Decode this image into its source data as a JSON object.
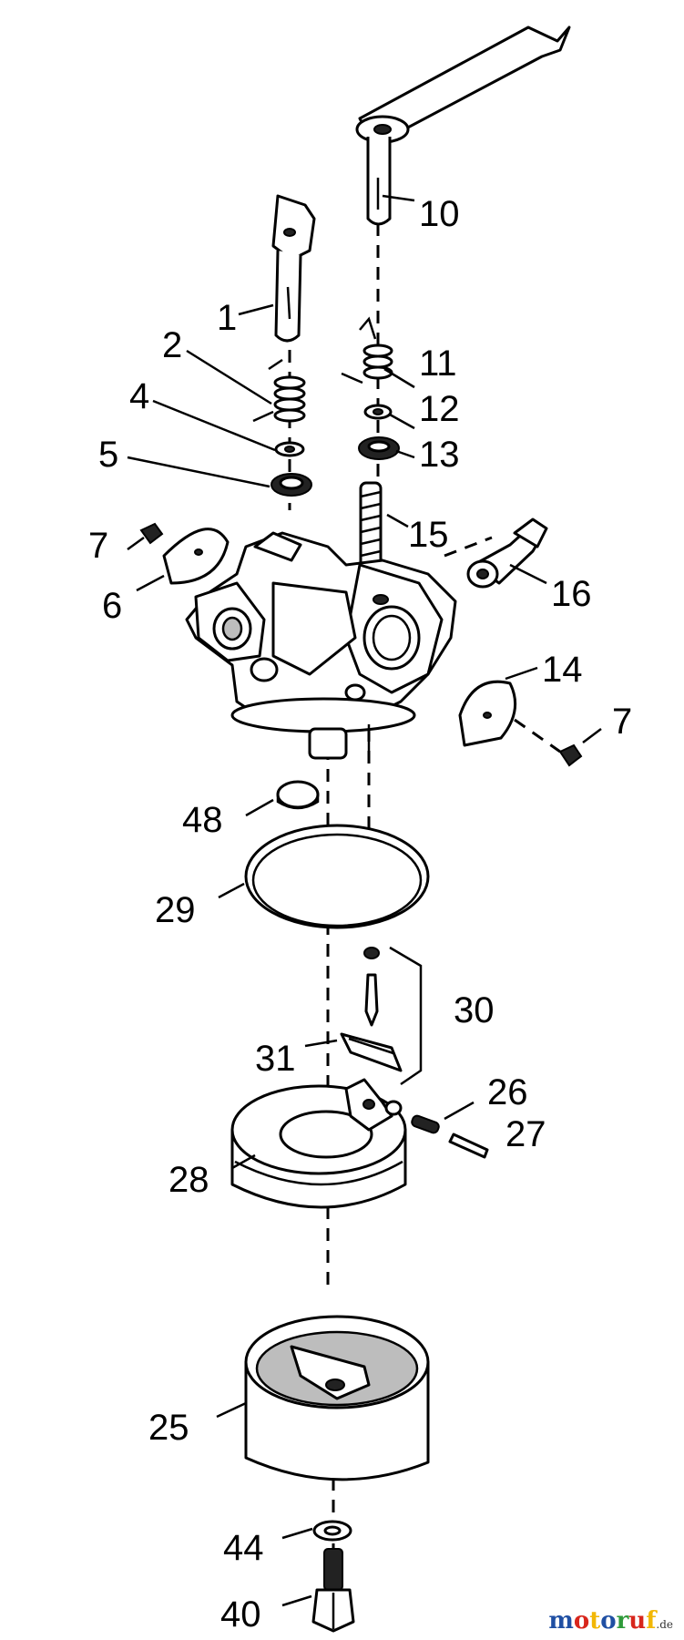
{
  "diagram": {
    "callouts": [
      {
        "id": "10",
        "label": "10"
      },
      {
        "id": "1",
        "label": "1"
      },
      {
        "id": "2",
        "label": "2"
      },
      {
        "id": "11",
        "label": "11"
      },
      {
        "id": "4",
        "label": "4"
      },
      {
        "id": "12",
        "label": "12"
      },
      {
        "id": "5",
        "label": "5"
      },
      {
        "id": "13",
        "label": "13"
      },
      {
        "id": "15",
        "label": "15"
      },
      {
        "id": "7a",
        "label": "7"
      },
      {
        "id": "6",
        "label": "6"
      },
      {
        "id": "16",
        "label": "16"
      },
      {
        "id": "14",
        "label": "14"
      },
      {
        "id": "7b",
        "label": "7"
      },
      {
        "id": "48",
        "label": "48"
      },
      {
        "id": "29",
        "label": "29"
      },
      {
        "id": "30",
        "label": "30"
      },
      {
        "id": "31",
        "label": "31"
      },
      {
        "id": "26",
        "label": "26"
      },
      {
        "id": "27",
        "label": "27"
      },
      {
        "id": "28",
        "label": "28"
      },
      {
        "id": "25",
        "label": "25"
      },
      {
        "id": "44",
        "label": "44"
      },
      {
        "id": "40",
        "label": "40"
      }
    ]
  },
  "watermark": {
    "letters": [
      "m",
      "o",
      "t",
      "o",
      "r",
      "u",
      "f"
    ],
    "colors": [
      "#1f4fa3",
      "#d8261c",
      "#f2b705",
      "#1f4fa3",
      "#2e9b3a",
      "#d8261c",
      "#f2b705"
    ],
    "suffix": ".de"
  }
}
